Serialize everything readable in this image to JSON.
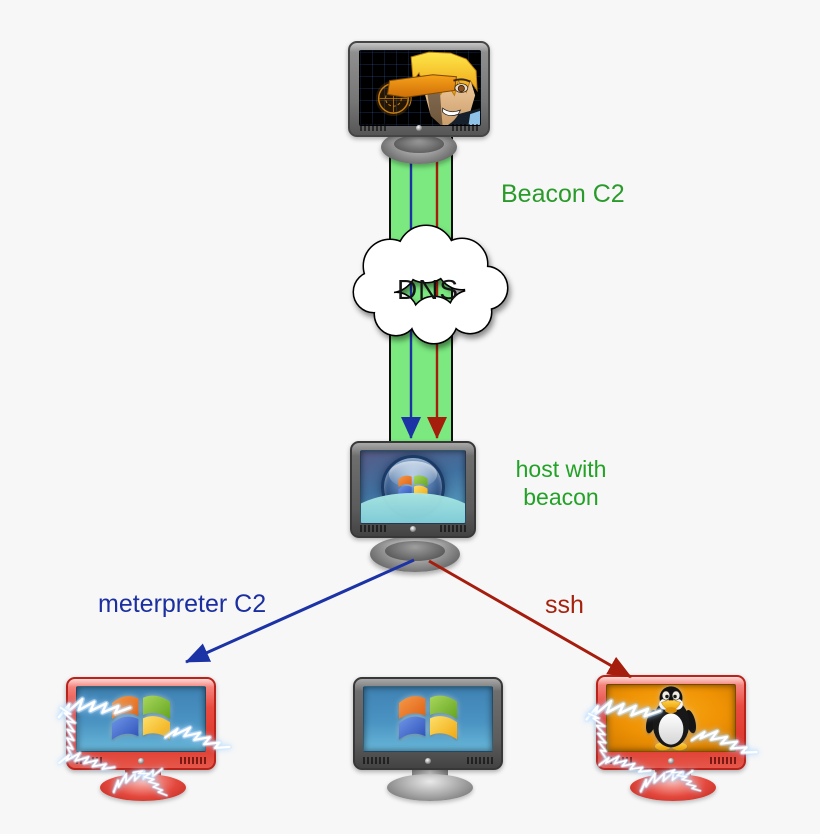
{
  "labels": {
    "beacon_c2": "Beacon C2",
    "dns": "DNS",
    "host_line1": "host with",
    "host_line2": "beacon",
    "meterpreter_c2": "meterpreter C2",
    "ssh": "ssh"
  },
  "colors": {
    "background": "#f7f7f7",
    "channel_green": "#7be97f",
    "green_label": "#2a9b2a",
    "arrow_blue": "#1c33a6",
    "arrow_dark_red": "#a51d0d",
    "cloud_fill": "#ffffff",
    "cloud_outline": "#000000"
  },
  "nodes": [
    {
      "id": "attacker",
      "icon": "hacker-avatar-monitor-icon",
      "description": "attacker workstation showing avatar on screen"
    },
    {
      "id": "dns-cloud",
      "icon": "cloud-icon",
      "label": "DNS"
    },
    {
      "id": "beacon-host",
      "icon": "windows-vista-monitor-icon",
      "label": "host with beacon"
    },
    {
      "id": "windows-target-left",
      "icon": "windows-monitor-red-frame-icon",
      "effect": "lightning"
    },
    {
      "id": "windows-target-center",
      "icon": "windows-monitor-gray-frame-icon"
    },
    {
      "id": "linux-target-right",
      "icon": "linux-tux-monitor-red-frame-icon",
      "effect": "lightning"
    }
  ],
  "edges": [
    {
      "from": "attacker",
      "to": "beacon-host",
      "label": "Beacon C2",
      "via": "dns-cloud",
      "style": "green channel with blue down-arrow and dark-red down-arrow"
    },
    {
      "from": "beacon-host",
      "to": "windows-target-left",
      "label": "meterpreter C2",
      "color": "#1c33a6"
    },
    {
      "from": "beacon-host",
      "to": "linux-target-right",
      "label": "ssh",
      "color": "#a51d0d"
    }
  ]
}
